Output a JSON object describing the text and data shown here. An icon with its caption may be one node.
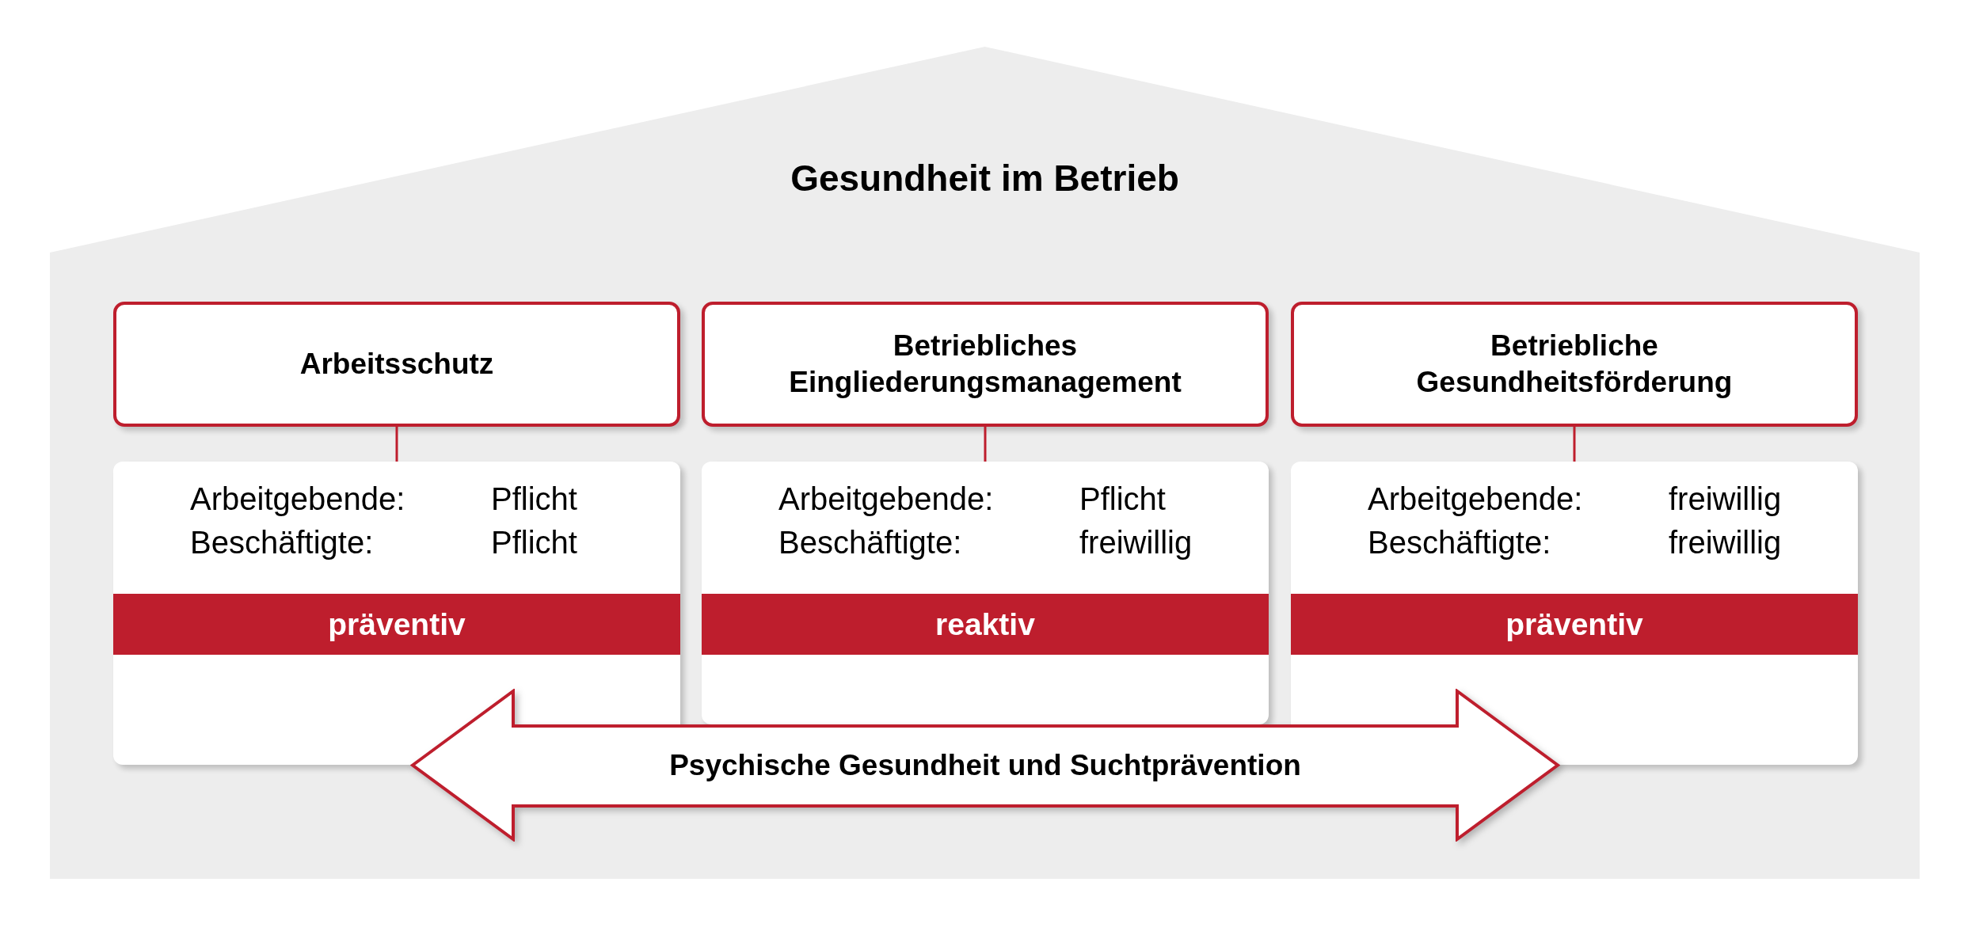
{
  "diagram": {
    "title": "Gesundheit im Betrieb",
    "nodes": [
      {
        "text": [],
        "shape": "house"
      },
      {
        "text": [
          "Arbeitsschutz"
        ],
        "in": 0
      },
      {
        "text": [
          "Betriebliches Eingliederungsmanagement"
        ],
        "in": 0
      },
      {
        "text": [
          "Betriebliche Gesundheitsförderung"
        ],
        "in": 0
      },
      {
        "text": [
          "Arbeitgebende:",
          "Pflicht",
          "Beschäftigte:",
          "Pflicht"
        ],
        "in": 0
      },
      {
        "text": [
          "präventiv"
        ],
        "in": 4
      },
      {
        "text": [
          "Arbeitgebende:",
          "Pflicht",
          "Beschäftigte:",
          "freiwillig"
        ],
        "in": 0
      },
      {
        "text": [
          "reaktiv"
        ],
        "in": 6
      },
      {
        "text": [
          "Arbeitgebende:",
          "freiwillig",
          "Beschäftigte:",
          "freiwillig"
        ],
        "in": 0
      },
      {
        "text": [
          "präventiv"
        ],
        "in": 8
      },
      {
        "text": [
          "Psychische Gesundheit und Suchtprävention"
        ],
        "in": 0
      }
    ],
    "edges": [
      {
        "from": 1,
        "to": 4,
        "arrow": "none"
      },
      {
        "from": 2,
        "to": 6,
        "arrow": "none"
      },
      {
        "from": 3,
        "to": 8,
        "arrow": "none"
      }
    ]
  }
}
